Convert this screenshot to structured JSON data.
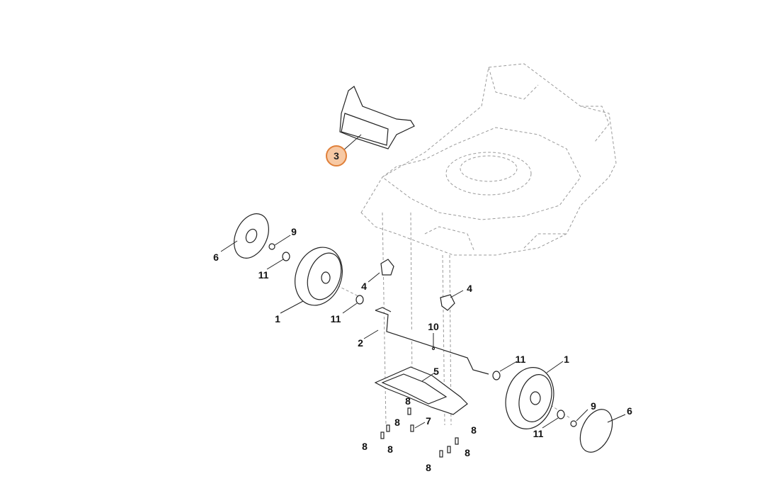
{
  "colors": {
    "highlight_fill": "#f7c9a4",
    "highlight_stroke": "#e0803a",
    "ink": "#222222",
    "hidden_line": "#9a9a9a"
  },
  "callouts": {
    "c3": "3",
    "c9_left": "9",
    "c6_left": "6",
    "c11_left_upper": "11",
    "c4_left": "4",
    "c4_right": "4",
    "c1_left": "1",
    "c11_left_lower": "11",
    "c10": "10",
    "c2": "2",
    "c11_right": "11",
    "c1_right": "1",
    "c5": "5",
    "c8_a": "8",
    "c7": "7",
    "c9_right": "9",
    "c6_right": "6",
    "c11_right_lower": "11",
    "c8_b": "8",
    "c8_c": "8",
    "c8_d": "8",
    "c8_e": "8",
    "c8_f": "8"
  }
}
